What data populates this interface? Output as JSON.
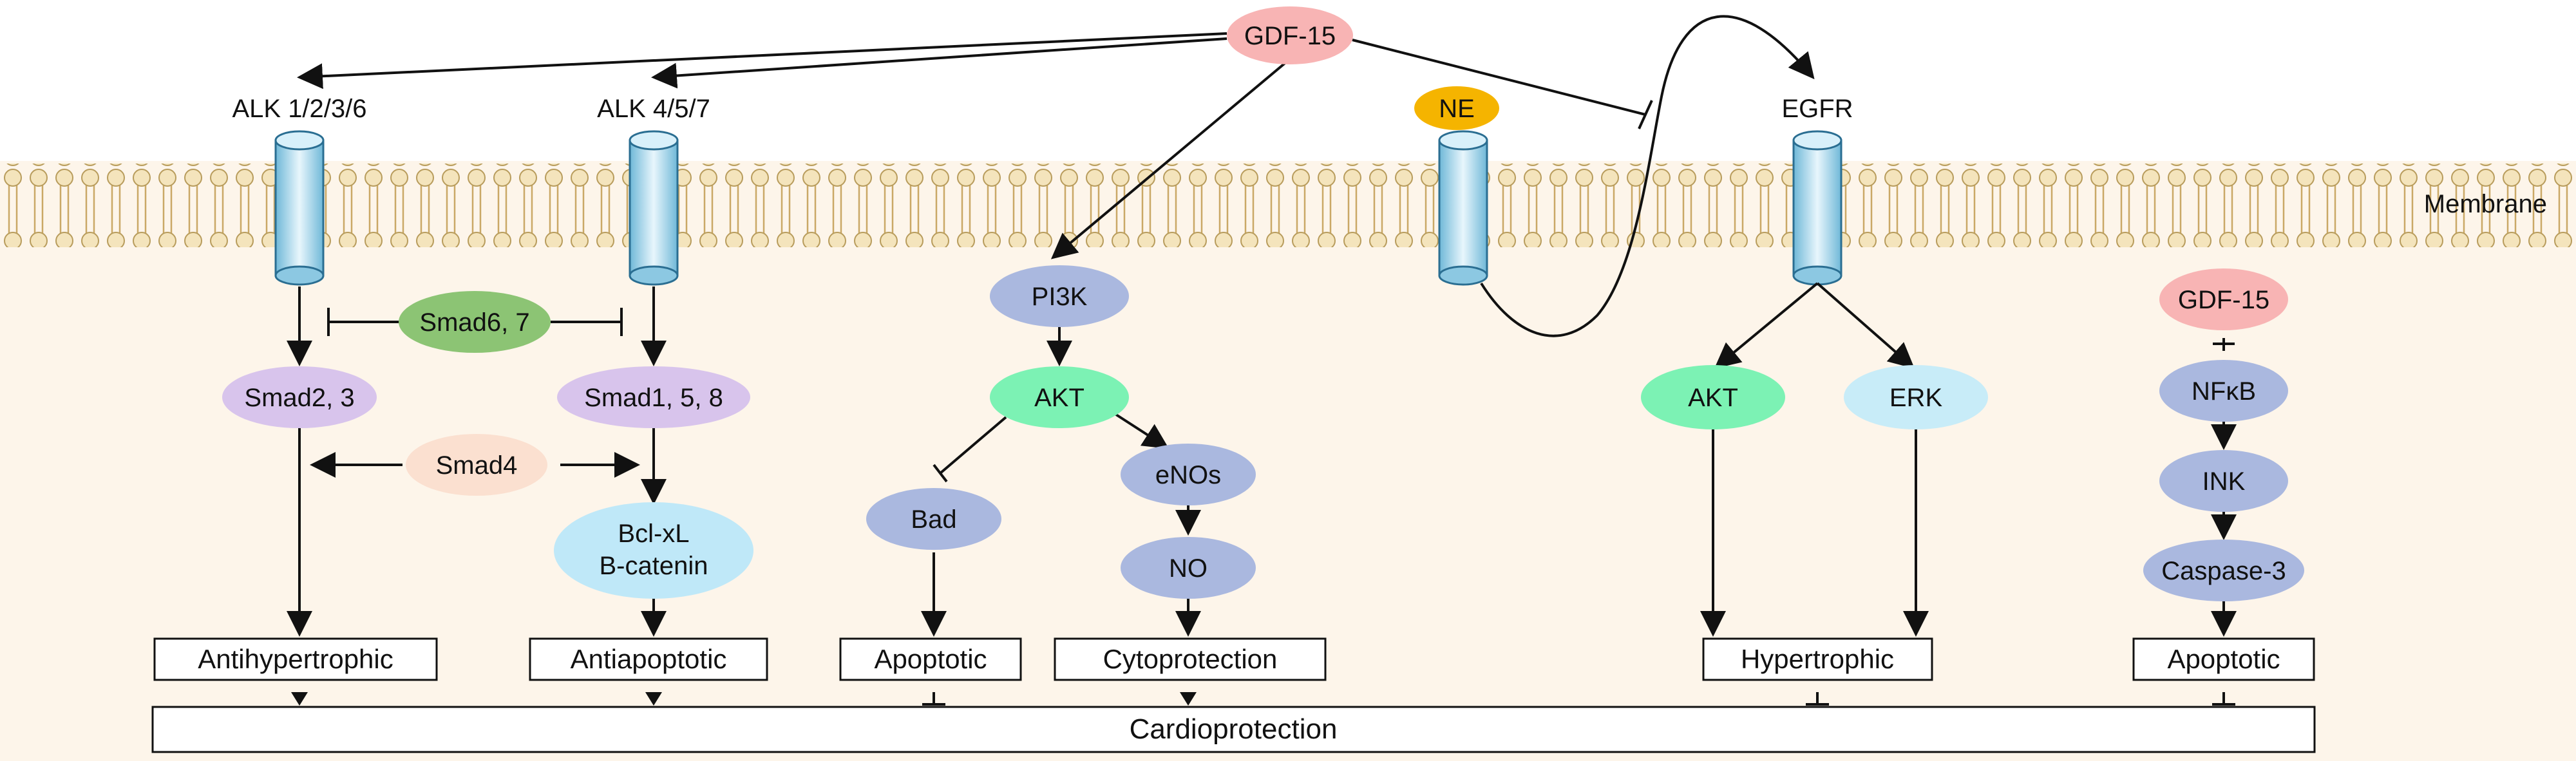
{
  "ligand_top": "GDF-15",
  "ligand_right": "GDF-15",
  "receptors": {
    "alk1": "ALK 1/2/3/6",
    "alk4": "ALK 4/5/7",
    "ne": "NE",
    "egfr": "EGFR"
  },
  "membrane_label": "Membrane",
  "nodes": {
    "smad67": "Smad6, 7",
    "smad23": "Smad2, 3",
    "smad158": "Smad1, 5, 8",
    "smad4": "Smad4",
    "bclxl_line1": "Bcl-xL",
    "bclxl_line2": "B-catenin",
    "pi3k": "PI3K",
    "akt_mid": "AKT",
    "bad": "Bad",
    "enos": "eNOs",
    "no": "NO",
    "akt_right": "AKT",
    "erk": "ERK",
    "nfkb": "NFκB",
    "ink": "INK",
    "caspase3": "Caspase-3"
  },
  "outcomes": {
    "antihypertrophic": "Antihypertrophic",
    "antiapoptotic": "Antiapoptotic",
    "apoptotic_mid": "Apoptotic",
    "cytoprotection": "Cytoprotection",
    "hypertrophic": "Hypertrophic",
    "apoptotic_right": "Apoptotic",
    "cardioprotection": "Cardioprotection"
  },
  "colors": {
    "gdf15": "#f8b4b4",
    "ne": "#f5b400",
    "smad67": "#8cc474",
    "smad_purple": "#d8c4ec",
    "smad4": "#fbe0d0",
    "bclxl": "#bfe8f8",
    "pathway_blue": "#aab8df",
    "akt_green": "#7cf2b4",
    "erk": "#c8ecf8",
    "membrane": "#f4e4bc",
    "cytoplasm": "#fdf5ea"
  }
}
